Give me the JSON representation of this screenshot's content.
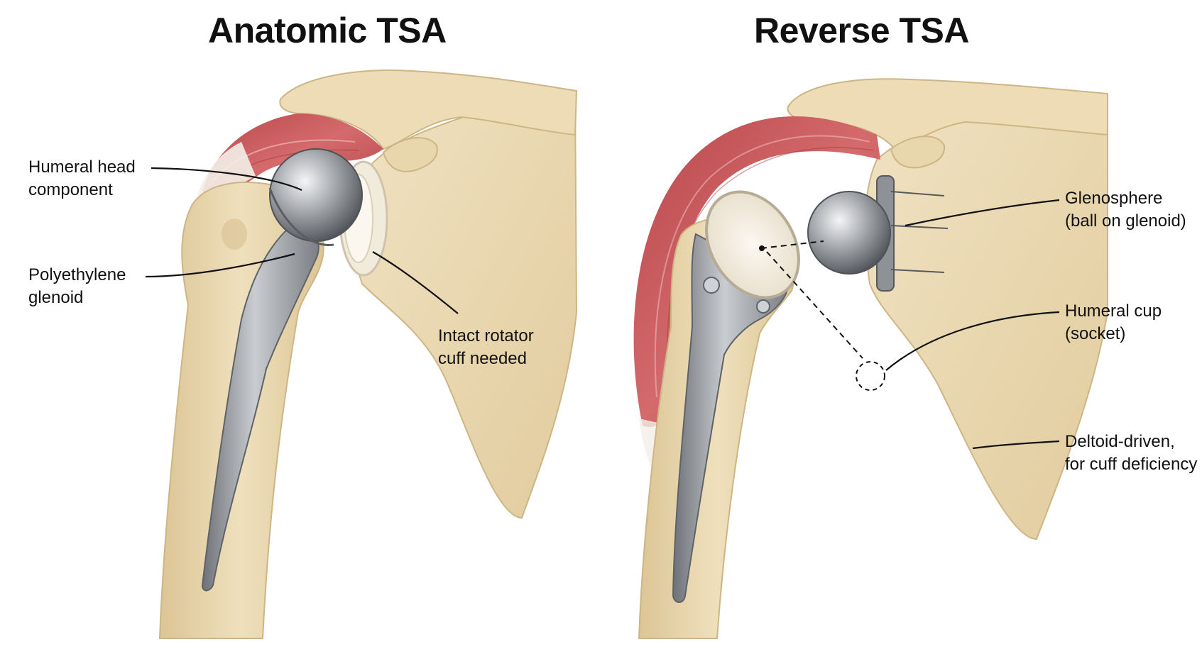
{
  "panels": {
    "anatomic": {
      "title": "Anatomic TSA",
      "labels": {
        "humeral_head": [
          "Humeral head",
          "component"
        ],
        "poly_glenoid": [
          "Polyethylene",
          "glenoid"
        ],
        "rotator_cuff": [
          "Intact rotator",
          "cuff needed"
        ]
      }
    },
    "reverse": {
      "title": "Reverse TSA",
      "labels": {
        "glenosphere": [
          "Glenosphere",
          "(ball on glenoid)"
        ],
        "humeral_cup": [
          "Humeral cup",
          "(socket)"
        ],
        "deltoid": [
          "Deltoid-driven,",
          "for cuff deficiency"
        ]
      }
    }
  },
  "colors": {
    "bone": "#ead9b4",
    "bone_shadow": "#d9c394",
    "muscle": "#c9555a",
    "metal": "#9a9ea3",
    "poly": "#f1ebdc",
    "text": "#111111"
  }
}
